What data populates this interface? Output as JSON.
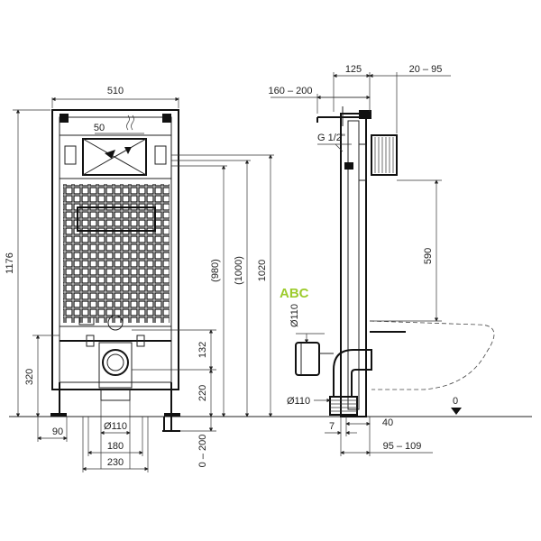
{
  "front": {
    "width_label": "510",
    "height_label": "1176",
    "flush_label": "50",
    "d980": "(980)",
    "d1000": "(1000)",
    "d1020": "1020",
    "d320": "320",
    "d132": "132",
    "d220": "220",
    "d0_200": "0 – 200",
    "d90": "90",
    "d110": "Ø110",
    "d180": "180",
    "d230": "230"
  },
  "side": {
    "d125": "125",
    "d20_95": "20 – 95",
    "d160_200": "160 – 200",
    "g_half": "G 1/2\"",
    "d590": "590",
    "d110_top": "Ø110",
    "d110_bot": "Ø110",
    "d7": "7",
    "d40": "40",
    "d95_109": "95 – 109",
    "d0": "0"
  },
  "logo_text": "ABC"
}
